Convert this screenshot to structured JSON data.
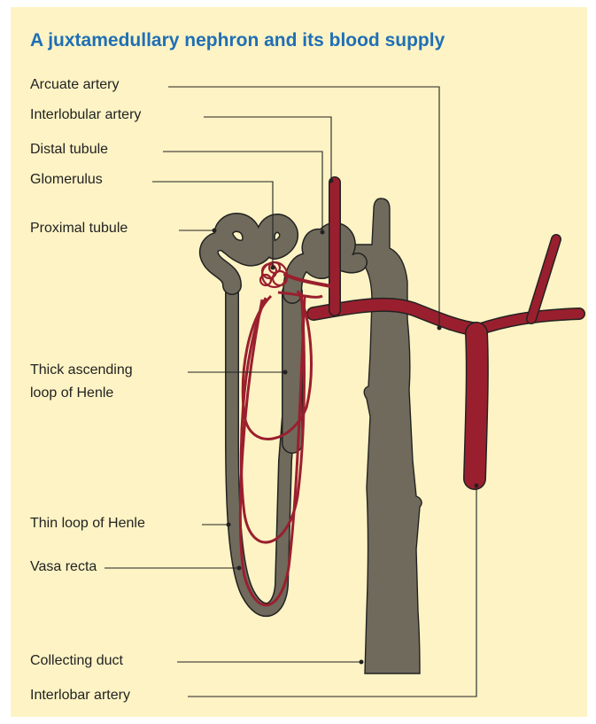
{
  "title": "A juxtamedullary nephron and its blood supply",
  "labels": {
    "arcuate_artery": "Arcuate artery",
    "interlobular_artery": "Interlobular artery",
    "distal_tubule": "Distal tubule",
    "glomerulus": "Glomerulus",
    "proximal_tubule": "Proximal tubule",
    "thick_ascending_line1": "Thick ascending",
    "thick_ascending_line2": "loop of Henle",
    "thin_loop": "Thin loop of Henle",
    "vasa_recta": "Vasa recta",
    "collecting_duct": "Collecting duct",
    "interlobar_artery": "Interlobar artery"
  },
  "colors": {
    "background": "#fdf3c4",
    "title": "#1f6fb5",
    "artery": "#9a1f2e",
    "tubule": "#6f6a5c",
    "outline": "#222222"
  }
}
